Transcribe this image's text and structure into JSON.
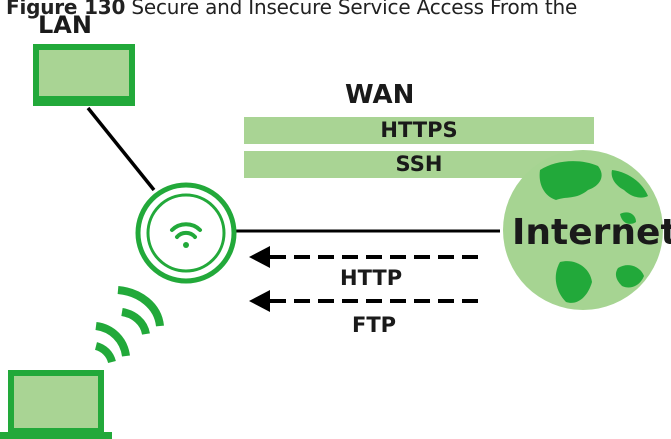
{
  "caption": {
    "prefix": "Figure 130",
    "text": "Secure and Insecure Service Access From the"
  },
  "labels": {
    "lan": "LAN",
    "wan": "WAN",
    "internet": "Internet"
  },
  "secure_services": [
    "HTTPS",
    "SSH"
  ],
  "insecure_services": [
    "HTTP",
    "FTP"
  ],
  "colors": {
    "green_dark": "#22a93a",
    "green_light": "#a9d494",
    "globe_fill": "#a6d492",
    "globe_land": "#22a93a",
    "line": "#000000"
  },
  "icons": [
    "lan-computer-icon",
    "access-point-icon",
    "wifi-icon",
    "wireless-signal-icon",
    "wireless-laptop-icon",
    "internet-globe-icon"
  ]
}
